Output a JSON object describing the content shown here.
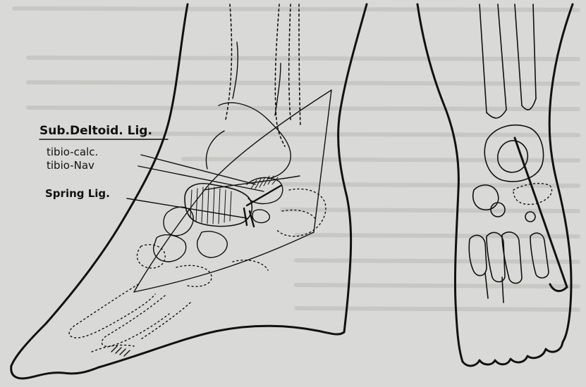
{
  "labels": {
    "sub_deltoid": "Sub.Deltoid. Lig.",
    "tibio_calc": "tibio-calc.",
    "tibio_nav": "tibio-Nav",
    "spring": "Spring Lig."
  },
  "colors": {
    "paper": "#d9d9d7",
    "ink": "#111111",
    "text_ghost": "#b9b9b6"
  }
}
